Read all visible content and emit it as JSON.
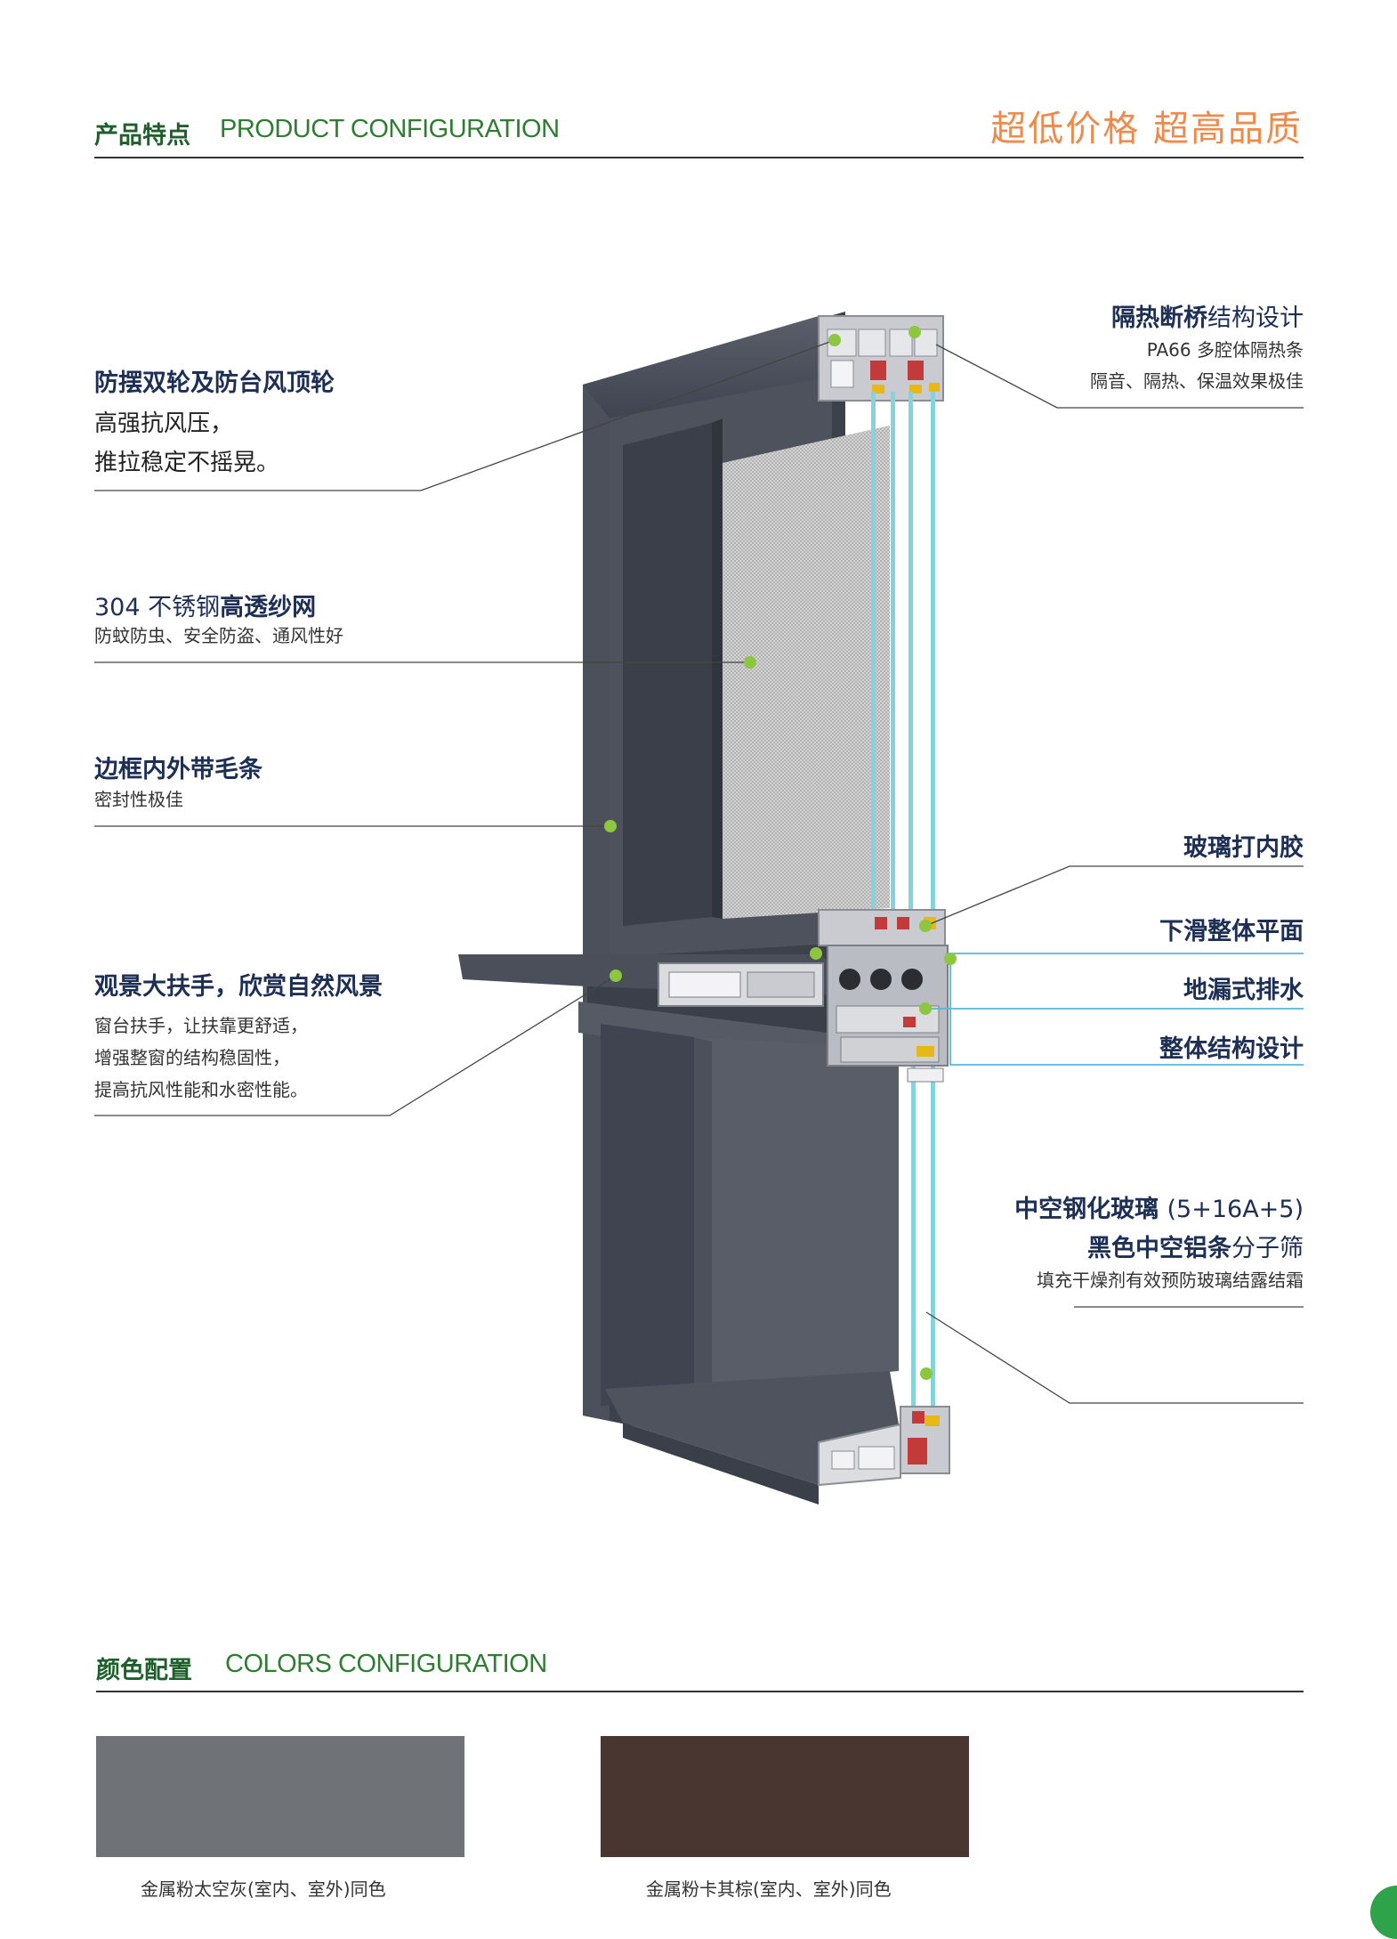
{
  "header": {
    "section_cn": "产品特点",
    "section_en": "PRODUCT CONFIGURATION",
    "slogan": "超低价格 超高品质"
  },
  "features_left": [
    {
      "title": "防摆双轮及防台风顶轮",
      "desc": [
        "高强抗风压，",
        "推拉稳定不摇晃。"
      ]
    },
    {
      "title_prefix": "304 不锈钢",
      "title": "高透纱网",
      "desc": [
        "防蚊防虫、安全防盗、通风性好"
      ]
    },
    {
      "title": "边框内外带毛条",
      "desc": [
        "密封性极佳"
      ]
    },
    {
      "title": "观景大扶手，欣赏自然风景",
      "desc": [
        "窗台扶手，让扶靠更舒适，",
        "增强整窗的结构稳固性，",
        "提高抗风性能和水密性能。"
      ]
    }
  ],
  "features_right": [
    {
      "title": "隔热断桥",
      "title_suffix": "结构设计",
      "desc": [
        "PA66 多腔体隔热条",
        "隔音、隔热、保温效果极佳"
      ]
    },
    {
      "title": "玻璃打内胶"
    },
    {
      "title": "下滑整体平面"
    },
    {
      "title": "地漏式排水"
    },
    {
      "title": "整体结构设计"
    },
    {
      "title": "中空钢化玻璃",
      "title_suffix": "(5+16A+5)",
      "title2": "黑色中空铝条",
      "title2_suffix": "分子筛",
      "desc": [
        "填充干燥剂有效预防玻璃结露结霜"
      ]
    }
  ],
  "colors_section": {
    "section_cn": "颜色配置",
    "section_en": "COLORS CONFIGURATION",
    "swatches": [
      {
        "label": "金属粉太空灰(室内、室外)同色",
        "color": "#6f7276"
      },
      {
        "label": "金属粉卡其棕(室内、室外)同色",
        "color": "#4a3630"
      }
    ]
  },
  "colors": {
    "frame": "#454a55",
    "frame_light": "#5b606b",
    "frame_dark": "#353a44",
    "glass": "#86d3dc",
    "dot": "#8dc63f",
    "title": "#1d2f55",
    "accent": "#f08a4b"
  }
}
